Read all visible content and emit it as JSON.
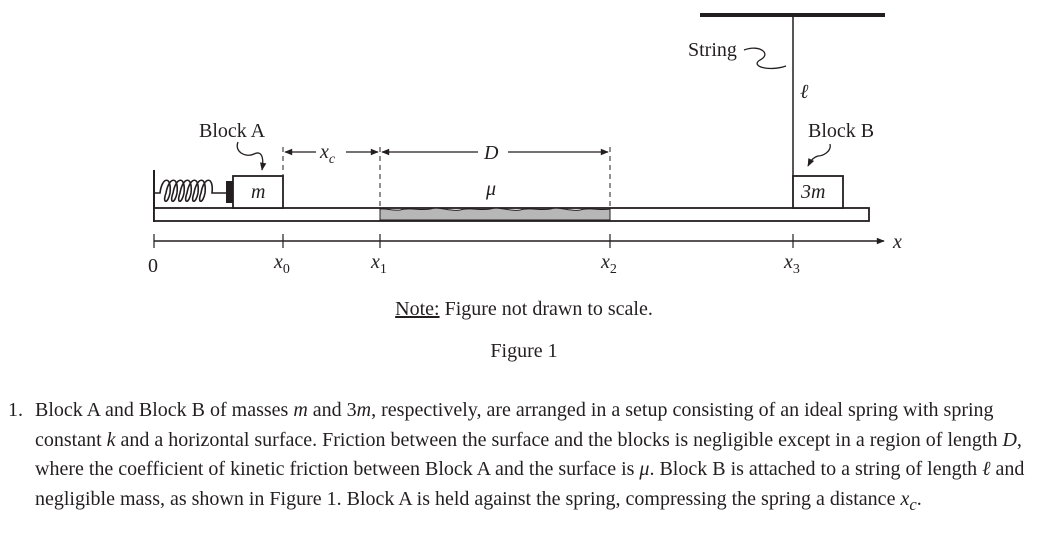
{
  "figure": {
    "labels": {
      "string": "String",
      "ell": "ℓ",
      "block_a": "Block A",
      "block_b": "Block B",
      "mass_a": "m",
      "mass_b": "3m",
      "xc_main": "x",
      "xc_sub": "c",
      "distance": "D",
      "friction": "μ",
      "axis": "x"
    },
    "ticks": [
      {
        "main": "0",
        "sub": ""
      },
      {
        "main": "x",
        "sub": "0"
      },
      {
        "main": "x",
        "sub": "1"
      },
      {
        "main": "x",
        "sub": "2"
      },
      {
        "main": "x",
        "sub": "3"
      }
    ],
    "note_label": "Note:",
    "note_text": " Figure not drawn to scale.",
    "caption": "Figure 1"
  },
  "problem": {
    "number": "1.",
    "parts": [
      {
        "t": "Block A and Block B of masses "
      },
      {
        "t": "m",
        "i": true
      },
      {
        "t": " and 3"
      },
      {
        "t": "m",
        "i": true
      },
      {
        "t": ", respectively, are arranged in a setup consisting of an ideal spring with spring constant "
      },
      {
        "t": "k",
        "i": true
      },
      {
        "t": " and a horizontal surface. Friction between the surface and the blocks is negligible except in a region of length "
      },
      {
        "t": "D",
        "i": true
      },
      {
        "t": ", where the coefficient of kinetic friction between Block A and the surface is "
      },
      {
        "t": "μ",
        "i": true
      },
      {
        "t": ". Block B is attached to a string of length "
      },
      {
        "t": "ℓ",
        "i": true
      },
      {
        "t": " and negligible mass, as shown in Figure 1. Block A is held against the spring, compressing the spring a distance "
      },
      {
        "t": "x",
        "i": true
      },
      {
        "t": "c",
        "sub": true,
        "i": true
      },
      {
        "t": "."
      }
    ]
  }
}
